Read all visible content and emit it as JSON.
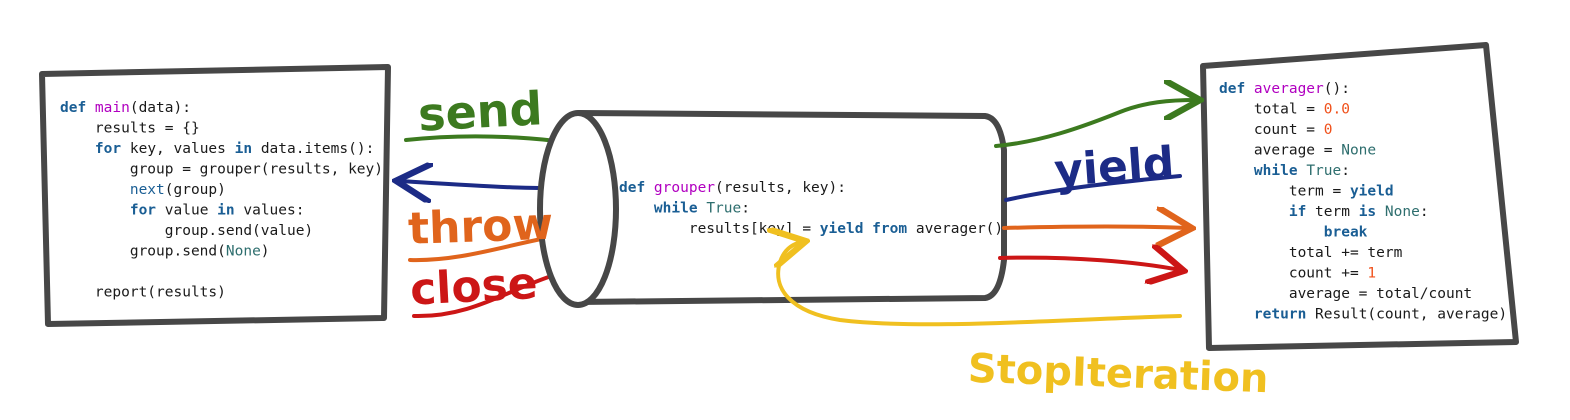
{
  "colors": {
    "box": "#474747",
    "send": "#3c7a1f",
    "yield": "#1c2b86",
    "throw": "#e0641c",
    "close": "#cc1616",
    "stop_iteration": "#f0c020",
    "keyword": "#1a5e94",
    "function_name": "#b100c0",
    "number": "#f0501a"
  },
  "labels": {
    "send": "send",
    "throw": "throw",
    "close": "close",
    "yield": "yield",
    "stop_iteration": "StopIteration"
  },
  "main_box": {
    "lines": [
      [
        {
          "t": "def ",
          "c": "kw"
        },
        {
          "t": "main",
          "c": "fn"
        },
        {
          "t": "(data):",
          "c": "plain"
        }
      ],
      [
        {
          "t": "    results = {}",
          "c": "plain"
        }
      ],
      [
        {
          "t": "    ",
          "c": "plain"
        },
        {
          "t": "for",
          "c": "kw"
        },
        {
          "t": " key, values ",
          "c": "plain"
        },
        {
          "t": "in",
          "c": "kw"
        },
        {
          "t": " data.items():",
          "c": "plain"
        }
      ],
      [
        {
          "t": "        group = grouper(results, key)",
          "c": "plain"
        }
      ],
      [
        {
          "t": "        ",
          "c": "plain"
        },
        {
          "t": "next",
          "c": "bi"
        },
        {
          "t": "(group)",
          "c": "plain"
        }
      ],
      [
        {
          "t": "        ",
          "c": "plain"
        },
        {
          "t": "for",
          "c": "kw"
        },
        {
          "t": " value ",
          "c": "plain"
        },
        {
          "t": "in",
          "c": "kw"
        },
        {
          "t": " values:",
          "c": "plain"
        }
      ],
      [
        {
          "t": "            group.send(value)",
          "c": "plain"
        }
      ],
      [
        {
          "t": "        group.send(",
          "c": "plain"
        },
        {
          "t": "None",
          "c": "const"
        },
        {
          "t": ")",
          "c": "plain"
        }
      ],
      [
        {
          "t": "",
          "c": "plain"
        }
      ],
      [
        {
          "t": "    report(results)",
          "c": "plain"
        }
      ]
    ]
  },
  "grouper_pipe": {
    "lines": [
      [
        {
          "t": "def ",
          "c": "kw"
        },
        {
          "t": "grouper",
          "c": "fn"
        },
        {
          "t": "(results, key):",
          "c": "plain"
        }
      ],
      [
        {
          "t": "    ",
          "c": "plain"
        },
        {
          "t": "while",
          "c": "kw"
        },
        {
          "t": " ",
          "c": "plain"
        },
        {
          "t": "True",
          "c": "const"
        },
        {
          "t": ":",
          "c": "plain"
        }
      ],
      [
        {
          "t": "        results[key] = ",
          "c": "plain"
        },
        {
          "t": "yield from",
          "c": "kw"
        },
        {
          "t": " averager()",
          "c": "plain"
        }
      ]
    ]
  },
  "averager_box": {
    "lines": [
      [
        {
          "t": "def ",
          "c": "kw"
        },
        {
          "t": "averager",
          "c": "fn"
        },
        {
          "t": "():",
          "c": "plain"
        }
      ],
      [
        {
          "t": "    total = ",
          "c": "plain"
        },
        {
          "t": "0.0",
          "c": "num"
        }
      ],
      [
        {
          "t": "    count = ",
          "c": "plain"
        },
        {
          "t": "0",
          "c": "num"
        }
      ],
      [
        {
          "t": "    average = ",
          "c": "plain"
        },
        {
          "t": "None",
          "c": "const"
        }
      ],
      [
        {
          "t": "    ",
          "c": "plain"
        },
        {
          "t": "while",
          "c": "kw"
        },
        {
          "t": " ",
          "c": "plain"
        },
        {
          "t": "True",
          "c": "const"
        },
        {
          "t": ":",
          "c": "plain"
        }
      ],
      [
        {
          "t": "        term = ",
          "c": "plain"
        },
        {
          "t": "yield",
          "c": "kw"
        }
      ],
      [
        {
          "t": "        ",
          "c": "plain"
        },
        {
          "t": "if",
          "c": "kw"
        },
        {
          "t": " term ",
          "c": "plain"
        },
        {
          "t": "is",
          "c": "kw"
        },
        {
          "t": " ",
          "c": "plain"
        },
        {
          "t": "None",
          "c": "const"
        },
        {
          "t": ":",
          "c": "plain"
        }
      ],
      [
        {
          "t": "            ",
          "c": "plain"
        },
        {
          "t": "break",
          "c": "kw"
        }
      ],
      [
        {
          "t": "        total += term",
          "c": "plain"
        }
      ],
      [
        {
          "t": "        count += ",
          "c": "plain"
        },
        {
          "t": "1",
          "c": "num"
        }
      ],
      [
        {
          "t": "        average = total/count",
          "c": "plain"
        }
      ],
      [
        {
          "t": "    ",
          "c": "plain"
        },
        {
          "t": "return",
          "c": "kw"
        },
        {
          "t": " Result(count, average)",
          "c": "plain"
        }
      ]
    ]
  }
}
